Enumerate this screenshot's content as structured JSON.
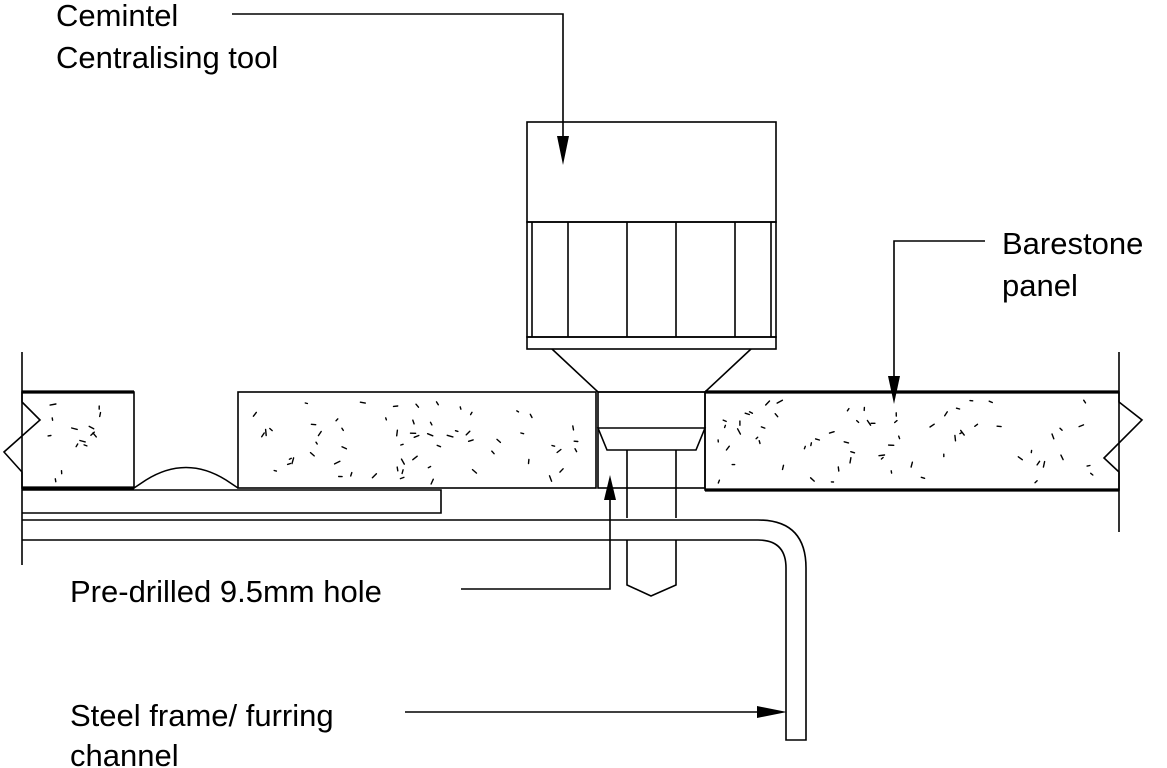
{
  "labels": {
    "tool_line1": "Cemintel",
    "tool_line2": "Centralising tool",
    "panel_line1": "Barestone",
    "panel_line2": "panel",
    "hole": "Pre-drilled 9.5mm hole",
    "frame_line1": "Steel frame/ furring",
    "frame_line2": "channel"
  },
  "colors": {
    "line": "#000000",
    "background": "#ffffff"
  }
}
